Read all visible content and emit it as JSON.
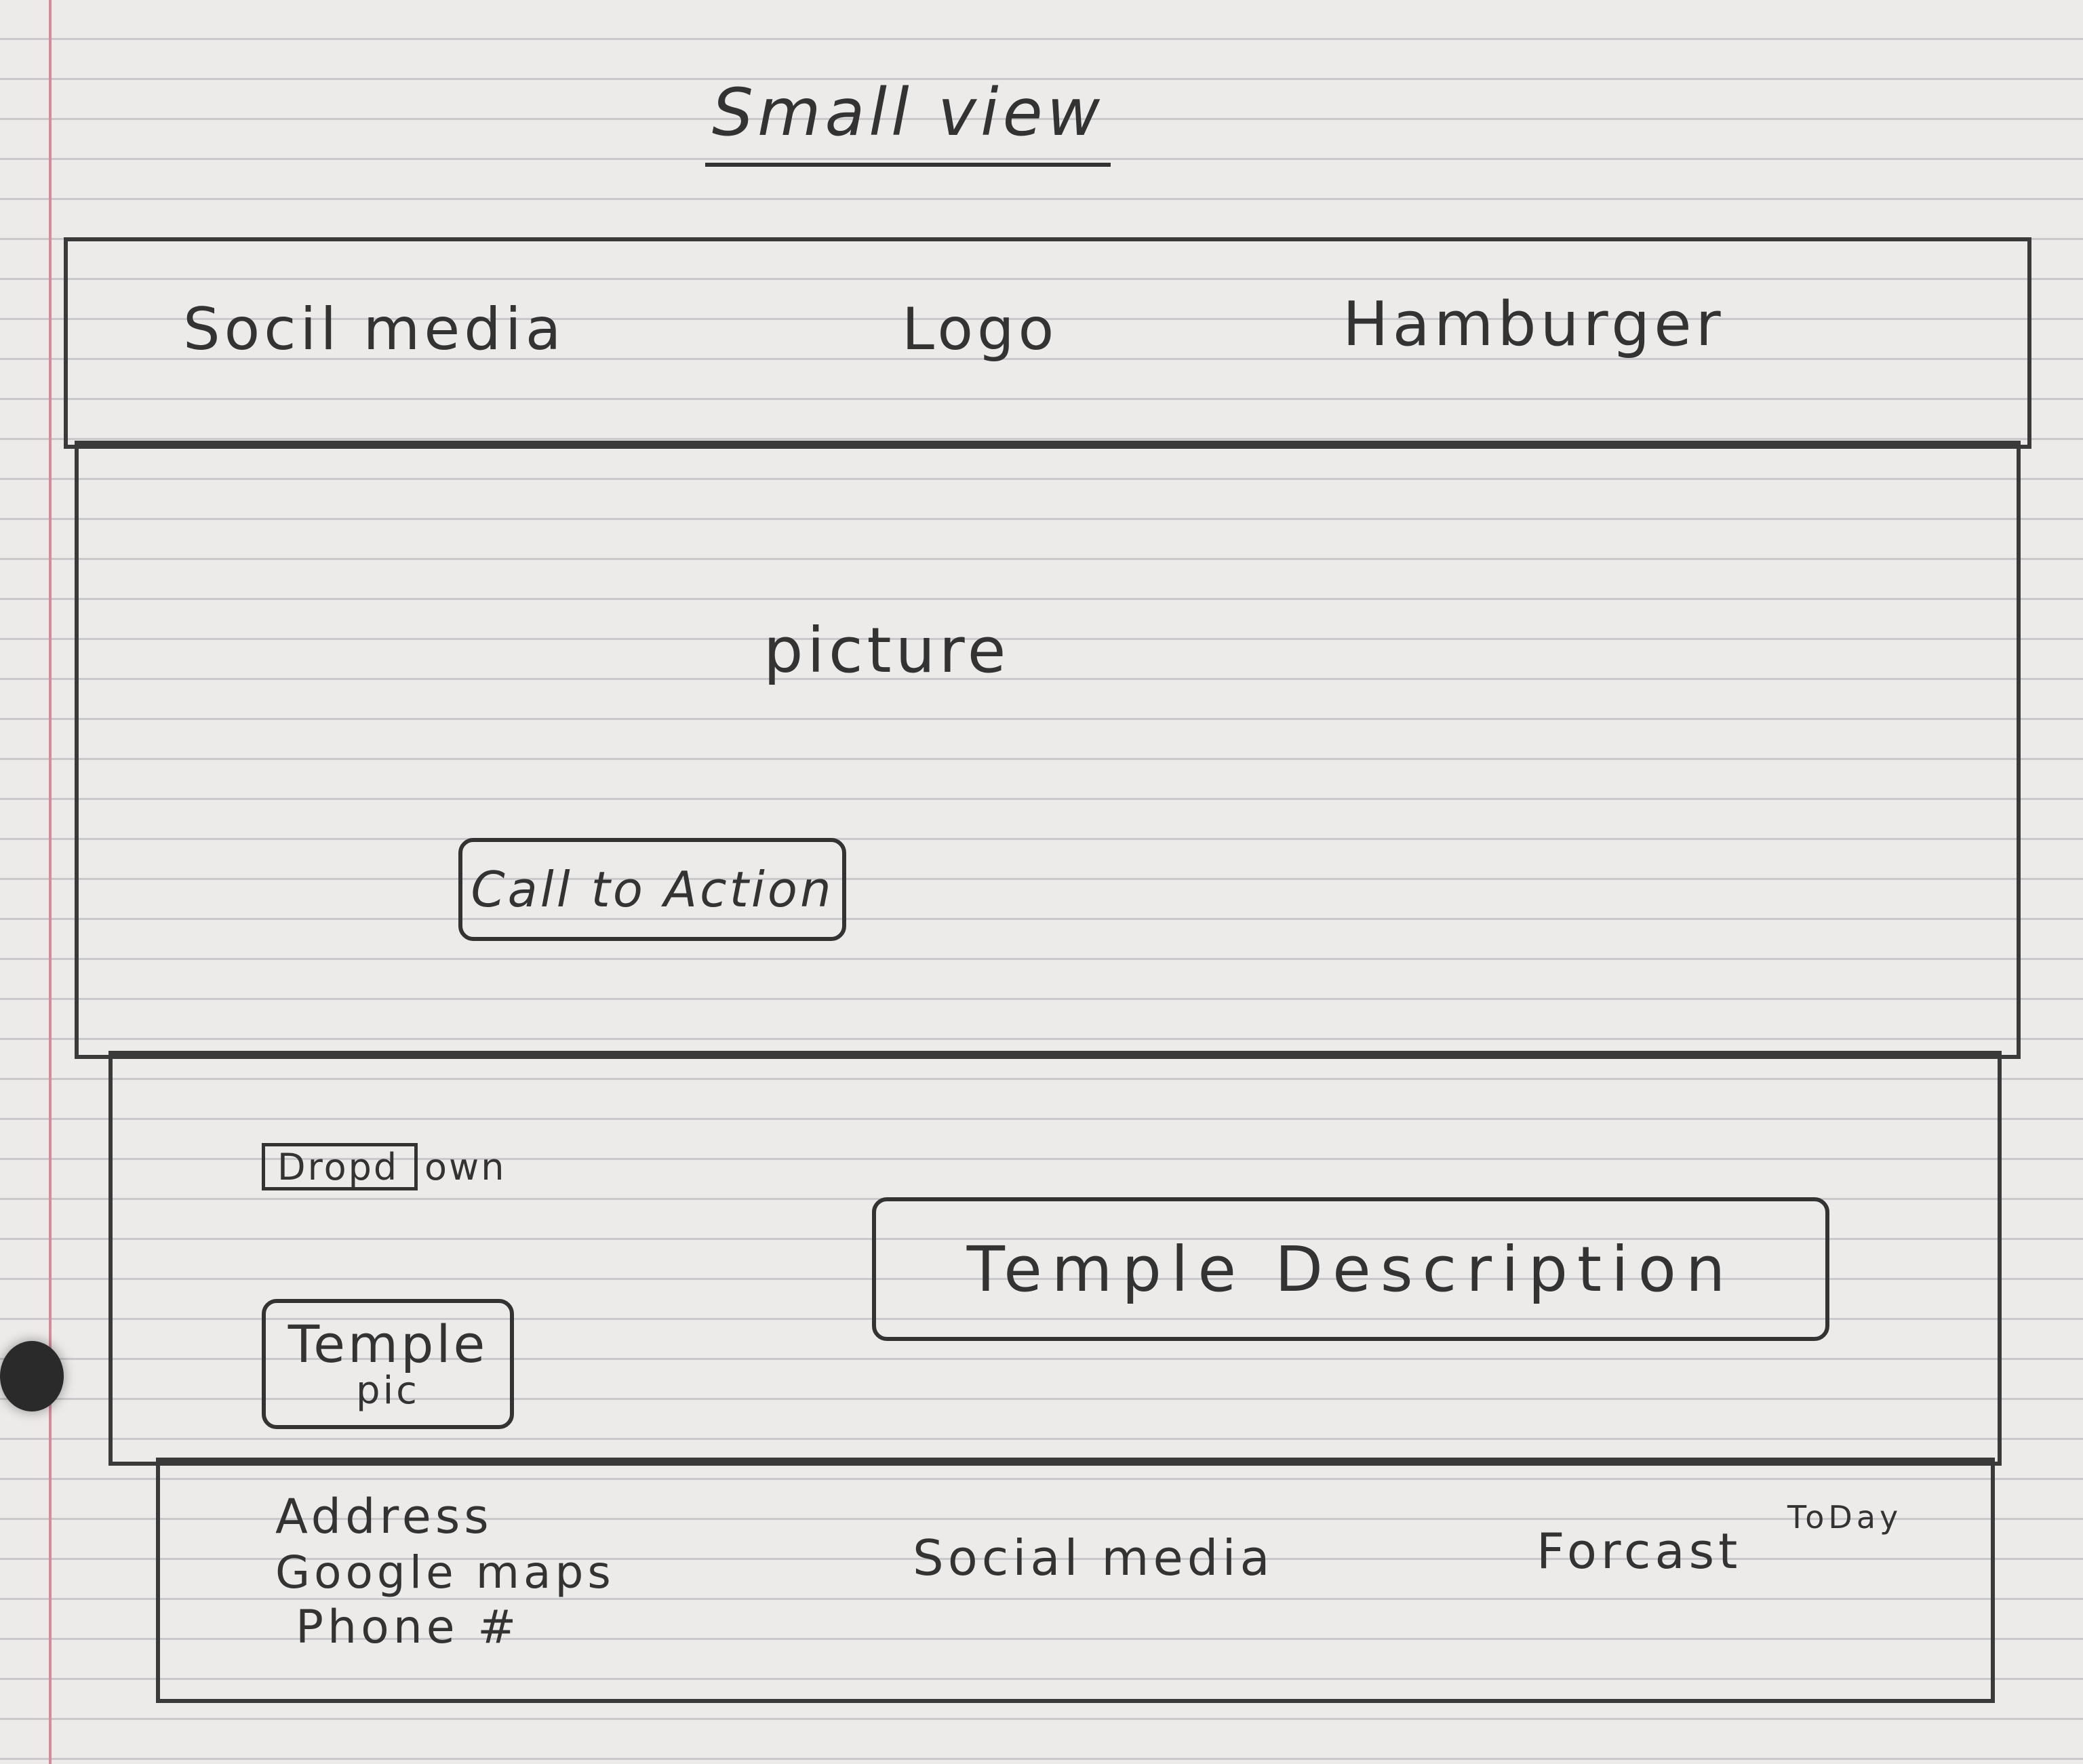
{
  "sketch": {
    "title": "Small view",
    "header": {
      "social_media": "Socil media",
      "logo": "Logo",
      "hamburger": "Hamburger"
    },
    "hero": {
      "picture": "picture",
      "call_to_action": "Call to Action"
    },
    "content": {
      "dropdown": "Dropd",
      "dropdown_tail": "own",
      "temple_pic_line1": "Temple",
      "temple_pic_line2": "pic",
      "temple_description": "Temple  Description"
    },
    "footer": {
      "address": "Address",
      "google_maps": "Google maps",
      "phone": "Phone #",
      "social_media": "Social media",
      "forecast": "Forcast",
      "today": "ToDay"
    }
  }
}
